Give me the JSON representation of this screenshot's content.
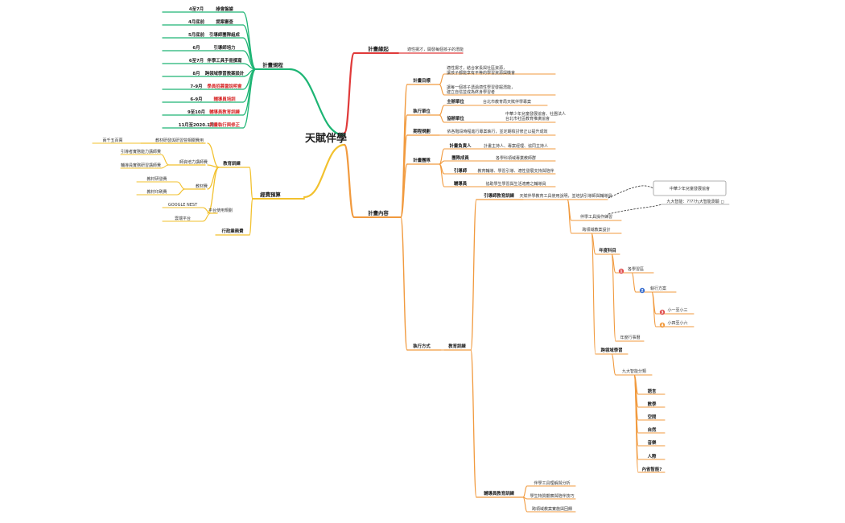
{
  "root": "天賦伴學",
  "branches": {
    "plan_schedule": {
      "title": "計畫規程",
      "items": [
        {
          "time": "4至7月",
          "task": "綠會盤據",
          "red": false
        },
        {
          "time": "4月底前",
          "task": "提案審查",
          "red": false
        },
        {
          "time": "5月底前",
          "task": "引導師團隊組成",
          "red": false
        },
        {
          "time": "6月",
          "task": "引導師培力",
          "red": false
        },
        {
          "time": "6至7月",
          "task": "伴學工具手冊撰寫",
          "red": false
        },
        {
          "time": "8月",
          "task": "跨領域學習教案設計",
          "red": false
        },
        {
          "time": "7-9月",
          "task": "學員招募暨說明會",
          "red": true
        },
        {
          "time": "6-9月",
          "task": "輔導員培訓",
          "red": true
        },
        {
          "time": "9至10月",
          "task": "輔導員教育訓練",
          "red": true
        },
        {
          "time": "11月至2020.1月",
          "task": "計畫執行與修正",
          "red": true
        }
      ]
    },
    "budget": {
      "title": "經費預算",
      "edu": {
        "label": "教育訓練",
        "children": [
          {
            "label": "教材研發與研習營相關費用",
            "leaves": [
              "兩千五百萬"
            ]
          },
          {
            "label": "師資培力講師費",
            "leaves": [
              "引導者實務能力講師費",
              "輔導員實務研習講師費"
            ]
          },
          {
            "label": "教材費",
            "leaves": [
              "教材研發費",
              "教材印刷費"
            ]
          },
          {
            "label": "平台使用規劃",
            "leaves": [
              "GOOGLE NEST",
              "雲端平台"
            ]
          }
        ]
      },
      "admin": "行政業務費"
    },
    "origin": {
      "title": "計畫緣起",
      "desc": "適性揚才，開發每個孩子的潛能"
    },
    "content": {
      "title": "計畫內容",
      "goal": {
        "label": "計畫目標",
        "lines": [
          "適性揚才，結合家長與社區資源，",
          "讓孩子都能享有平等的學習資源與機會",
          "讓每一個孩子透過適性學習發掘潛能，",
          "建立自信並成為終身學習者"
        ]
      },
      "units": {
        "label": "執行單位",
        "host": {
          "label": "主辦單位",
          "text": "台北市教育局天賦伴學專案"
        },
        "co": {
          "label": "協辦單位",
          "lines": [
            "中華少年兒童發展協會、社團法人",
            "台北市社區教育推廣協會"
          ]
        }
      },
      "cycle": {
        "label": "期程規劃",
        "text": "依各階段時程進行專案執行，並定期檢討修正以提升成效"
      },
      "team": {
        "label": "計畫團隊",
        "rows": [
          {
            "label": "計畫負責人",
            "text": "計畫主持人、專案經理、協同主持人"
          },
          {
            "label": "團隊成員",
            "text": "各學科領域專業教師群"
          },
          {
            "label": "引導師",
            "text": "教育輔導、學習引導、適性發展支持與陪伴"
          },
          {
            "label": "輔導員",
            "text": "協助學生學習與生活適應之輔導員"
          }
        ]
      },
      "method": {
        "label": "執行方式",
        "edu": "教育訓練",
        "guide": {
          "label": "引導師教育訓練",
          "note": "天賦伴學教育工具使用說明，並培訓引導師與輔導員",
          "tool": "伴學工具操作練習",
          "design": "跨領域教案設計",
          "plan": "年度科目",
          "mil_badge": "1",
          "mil": "各學習區",
          "exec_badge": "2",
          "exec": "執行方案",
          "sub1_badge": "3",
          "sub1": "小一至小三",
          "sub2_badge": "4",
          "sub2": "小四至小六",
          "year": "年度行事曆",
          "cross": "跨領域學習",
          "arts_label": "九大智能分類",
          "arts": [
            "語言",
            "數學",
            "空間",
            "自然",
            "音樂",
            "人際",
            "內省智能?"
          ]
        },
        "assist": {
          "label": "輔導員教育訓練",
          "items": [
            "伴學工具理解與分析",
            "學生特質觀察與陪伴技巧",
            "跨領域教案實施與回饋"
          ]
        }
      }
    }
  },
  "callout": {
    "box": "中華少年兒童發展協會",
    "sub": "九大智能：????九大智能測驗 ◻"
  },
  "colors": {
    "green": "#1db574",
    "yellow": "#f2c12e",
    "red": "#e03a3a",
    "orange": "#f19a3e"
  }
}
